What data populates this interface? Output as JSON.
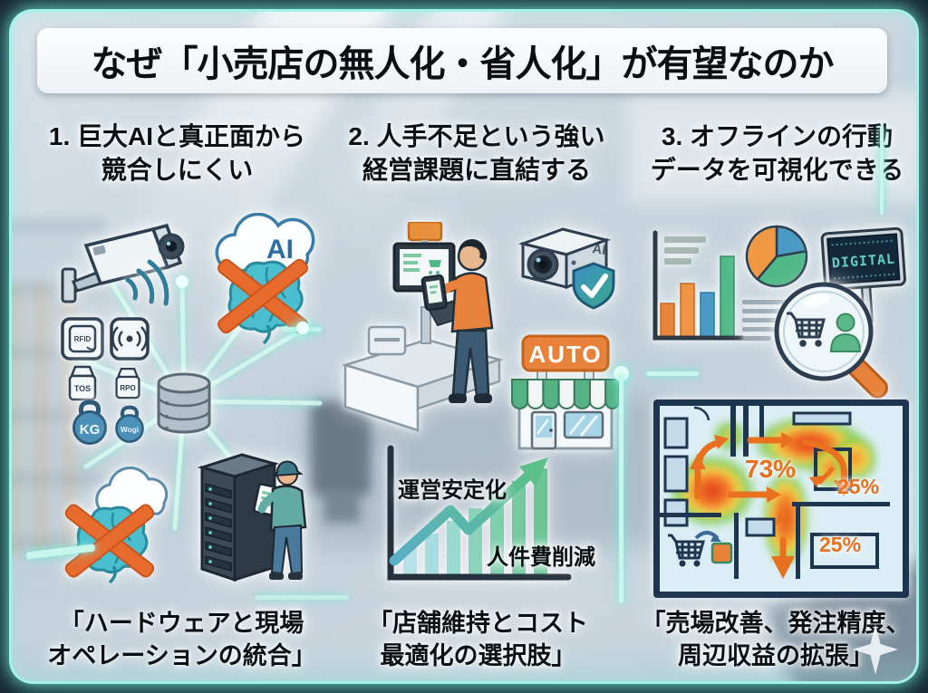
{
  "title": "なぜ「小売店の無人化・省人化」が有望なのか",
  "columns": [
    {
      "heading": "1. 巨大AIと真正面から\n競合しにくい",
      "caption": "「ハードウェアと現場\nオペレーションの統合」"
    },
    {
      "heading": "2. 人手不足という強い\n経営課題に直結する",
      "caption": "「店舗維持とコスト\n最適化の選択肢」"
    },
    {
      "heading": "3. オフラインの行動\nデータを可視化できる",
      "caption": "「売場改善、発注精度、\n周辺収益の拡張」"
    }
  ],
  "labels": {
    "ai_cloud": "AI",
    "ai_camera": "AI",
    "auto_sign": "AUTO",
    "digital_sign": "DIGITAL",
    "rfid_tag": "RFID",
    "weight_sensor_left": "TOS",
    "weight_sensor_right": "RPO",
    "kettlebell_left": "KG",
    "kettlebell_right": "Wogi"
  },
  "growth_chart": {
    "label_top": "運営安定化",
    "label_bottom": "人件費削減"
  },
  "heatmap": {
    "percent_main": "73%",
    "percent_upper_right": "25%",
    "percent_lower_right": "25%"
  },
  "colors": {
    "accent_orange": "#E8742E",
    "accent_green": "#5CB888",
    "brain_teal": "#4BBFCF",
    "frame_glow": "#8BEDE3",
    "wall_navy": "#1E3550"
  },
  "icons": {
    "cctv_camera": "cctv-camera-icon",
    "ai_brain_crossed": "ai-brain-crossed-icon",
    "database": "database-icon",
    "server_rack": "server-rack-icon",
    "self_checkout": "self-checkout-icon",
    "shield_check": "shield-check-icon",
    "storefront": "storefront-icon",
    "magnifier": "magnifier-cart-icon",
    "sparkle": "sparkle-icon"
  }
}
